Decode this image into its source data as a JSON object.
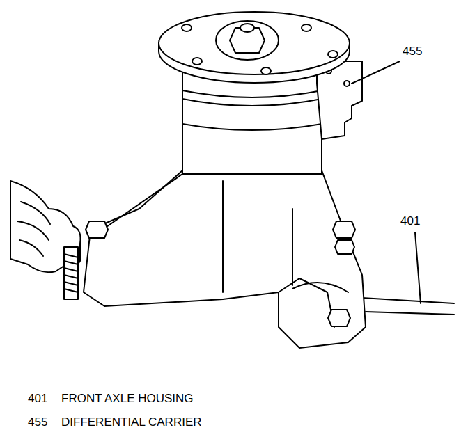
{
  "diagram": {
    "labels": [
      "455",
      "401",
      "401",
      "FRONT AXLE HOUSING",
      "455",
      "DIFFERENTIAL CARRIER"
    ]
  }
}
